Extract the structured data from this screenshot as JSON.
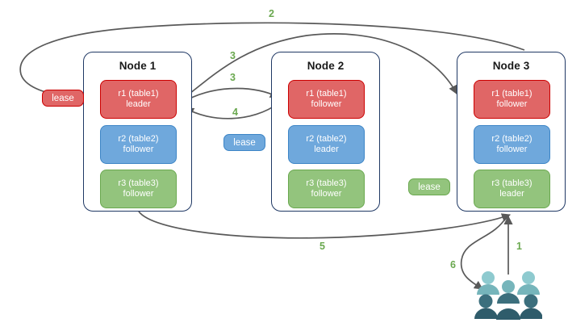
{
  "diagram": {
    "title_visible": false,
    "palette": {
      "red_fill": "#e06666",
      "red_border": "#cc0000",
      "blue_fill": "#6fa8dc",
      "blue_border": "#3d85c6",
      "green_fill": "#93c47d",
      "green_border": "#6aa84f",
      "node_border": "#1f3864",
      "arrow": "#595959",
      "step_label": "#6aa84f",
      "users_light": "#76b5bb",
      "users_lighter": "#8ecacf",
      "users_dark": "#3c6f7d",
      "users_darker": "#2f5c6b"
    }
  },
  "nodes": [
    {
      "title": "Node 1",
      "replicas": [
        {
          "line1": "r1 (table1)",
          "line2": "leader",
          "color": "red"
        },
        {
          "line1": "r2 (table2)",
          "line2": "follower",
          "color": "blue"
        },
        {
          "line1": "r3 (table3)",
          "line2": "follower",
          "color": "green"
        }
      ]
    },
    {
      "title": "Node 2",
      "replicas": [
        {
          "line1": "r1 (table1)",
          "line2": "follower",
          "color": "red"
        },
        {
          "line1": "r2 (table2)",
          "line2": "leader",
          "color": "blue"
        },
        {
          "line1": "r3 (table3)",
          "line2": "follower",
          "color": "green"
        }
      ]
    },
    {
      "title": "Node 3",
      "replicas": [
        {
          "line1": "r1 (table1)",
          "line2": "follower",
          "color": "red"
        },
        {
          "line1": "r2 (table2)",
          "line2": "follower",
          "color": "blue"
        },
        {
          "line1": "r3 (table3)",
          "line2": "leader",
          "color": "green"
        }
      ]
    }
  ],
  "leases": [
    {
      "label": "lease",
      "color": "red"
    },
    {
      "label": "lease",
      "color": "blue"
    },
    {
      "label": "lease",
      "color": "green"
    }
  ],
  "steps": [
    {
      "label": "1"
    },
    {
      "label": "2"
    },
    {
      "label": "3"
    },
    {
      "label": "3"
    },
    {
      "label": "4"
    },
    {
      "label": "5"
    },
    {
      "label": "6"
    }
  ],
  "icons": {
    "users": "users-group-icon"
  }
}
